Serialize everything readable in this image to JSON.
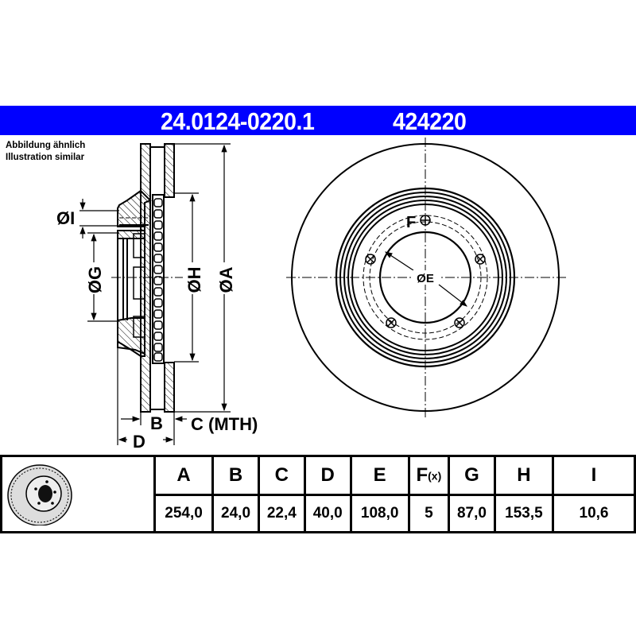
{
  "header": {
    "part_number": "24.0124-0220.1",
    "article_code": "424220",
    "banner_color": "#0000ff"
  },
  "note": {
    "line_de": "Abbildung ähnlich",
    "line_en": "Illustration similar"
  },
  "section_view": {
    "labels": {
      "dia_I": "ØI",
      "dia_G": "ØG",
      "dia_H": "ØH",
      "dia_A": "ØA",
      "B": "B",
      "C": "C (MTH)",
      "D": "D"
    }
  },
  "front_view": {
    "labels": {
      "F": "F",
      "dia_E": "ØE"
    },
    "bolt_holes": 5
  },
  "table": {
    "image_icon": "brake-disc-icon",
    "columns": [
      {
        "key": "A",
        "label": "A",
        "value": "254,0"
      },
      {
        "key": "B",
        "label": "B",
        "value": "24,0"
      },
      {
        "key": "C",
        "label": "C",
        "value": "22,4"
      },
      {
        "key": "D",
        "label": "D",
        "value": "40,0"
      },
      {
        "key": "E",
        "label": "E",
        "value": "108,0"
      },
      {
        "key": "F",
        "label": "F",
        "label_sub": "(x)",
        "value": "5"
      },
      {
        "key": "G",
        "label": "G",
        "value": "87,0"
      },
      {
        "key": "H",
        "label": "H",
        "value": "153,5"
      },
      {
        "key": "I",
        "label": "I",
        "value": "10,6"
      }
    ]
  }
}
